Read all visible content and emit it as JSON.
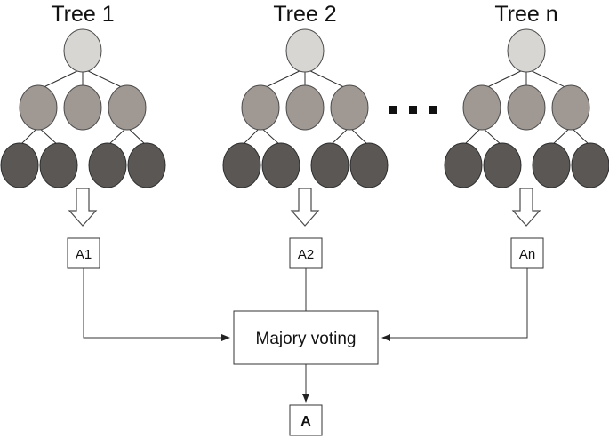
{
  "trees": [
    {
      "title": "Tree 1",
      "output": "A1"
    },
    {
      "title": "Tree 2",
      "output": "A2"
    },
    {
      "title": "Tree n",
      "output": "An"
    }
  ],
  "aggregator": {
    "label": "Majory voting"
  },
  "final": {
    "label": "A"
  },
  "colors": {
    "root_node": "#d8d6d2",
    "middle_node": "#9f9893",
    "leaf_node": "#5a5755"
  }
}
